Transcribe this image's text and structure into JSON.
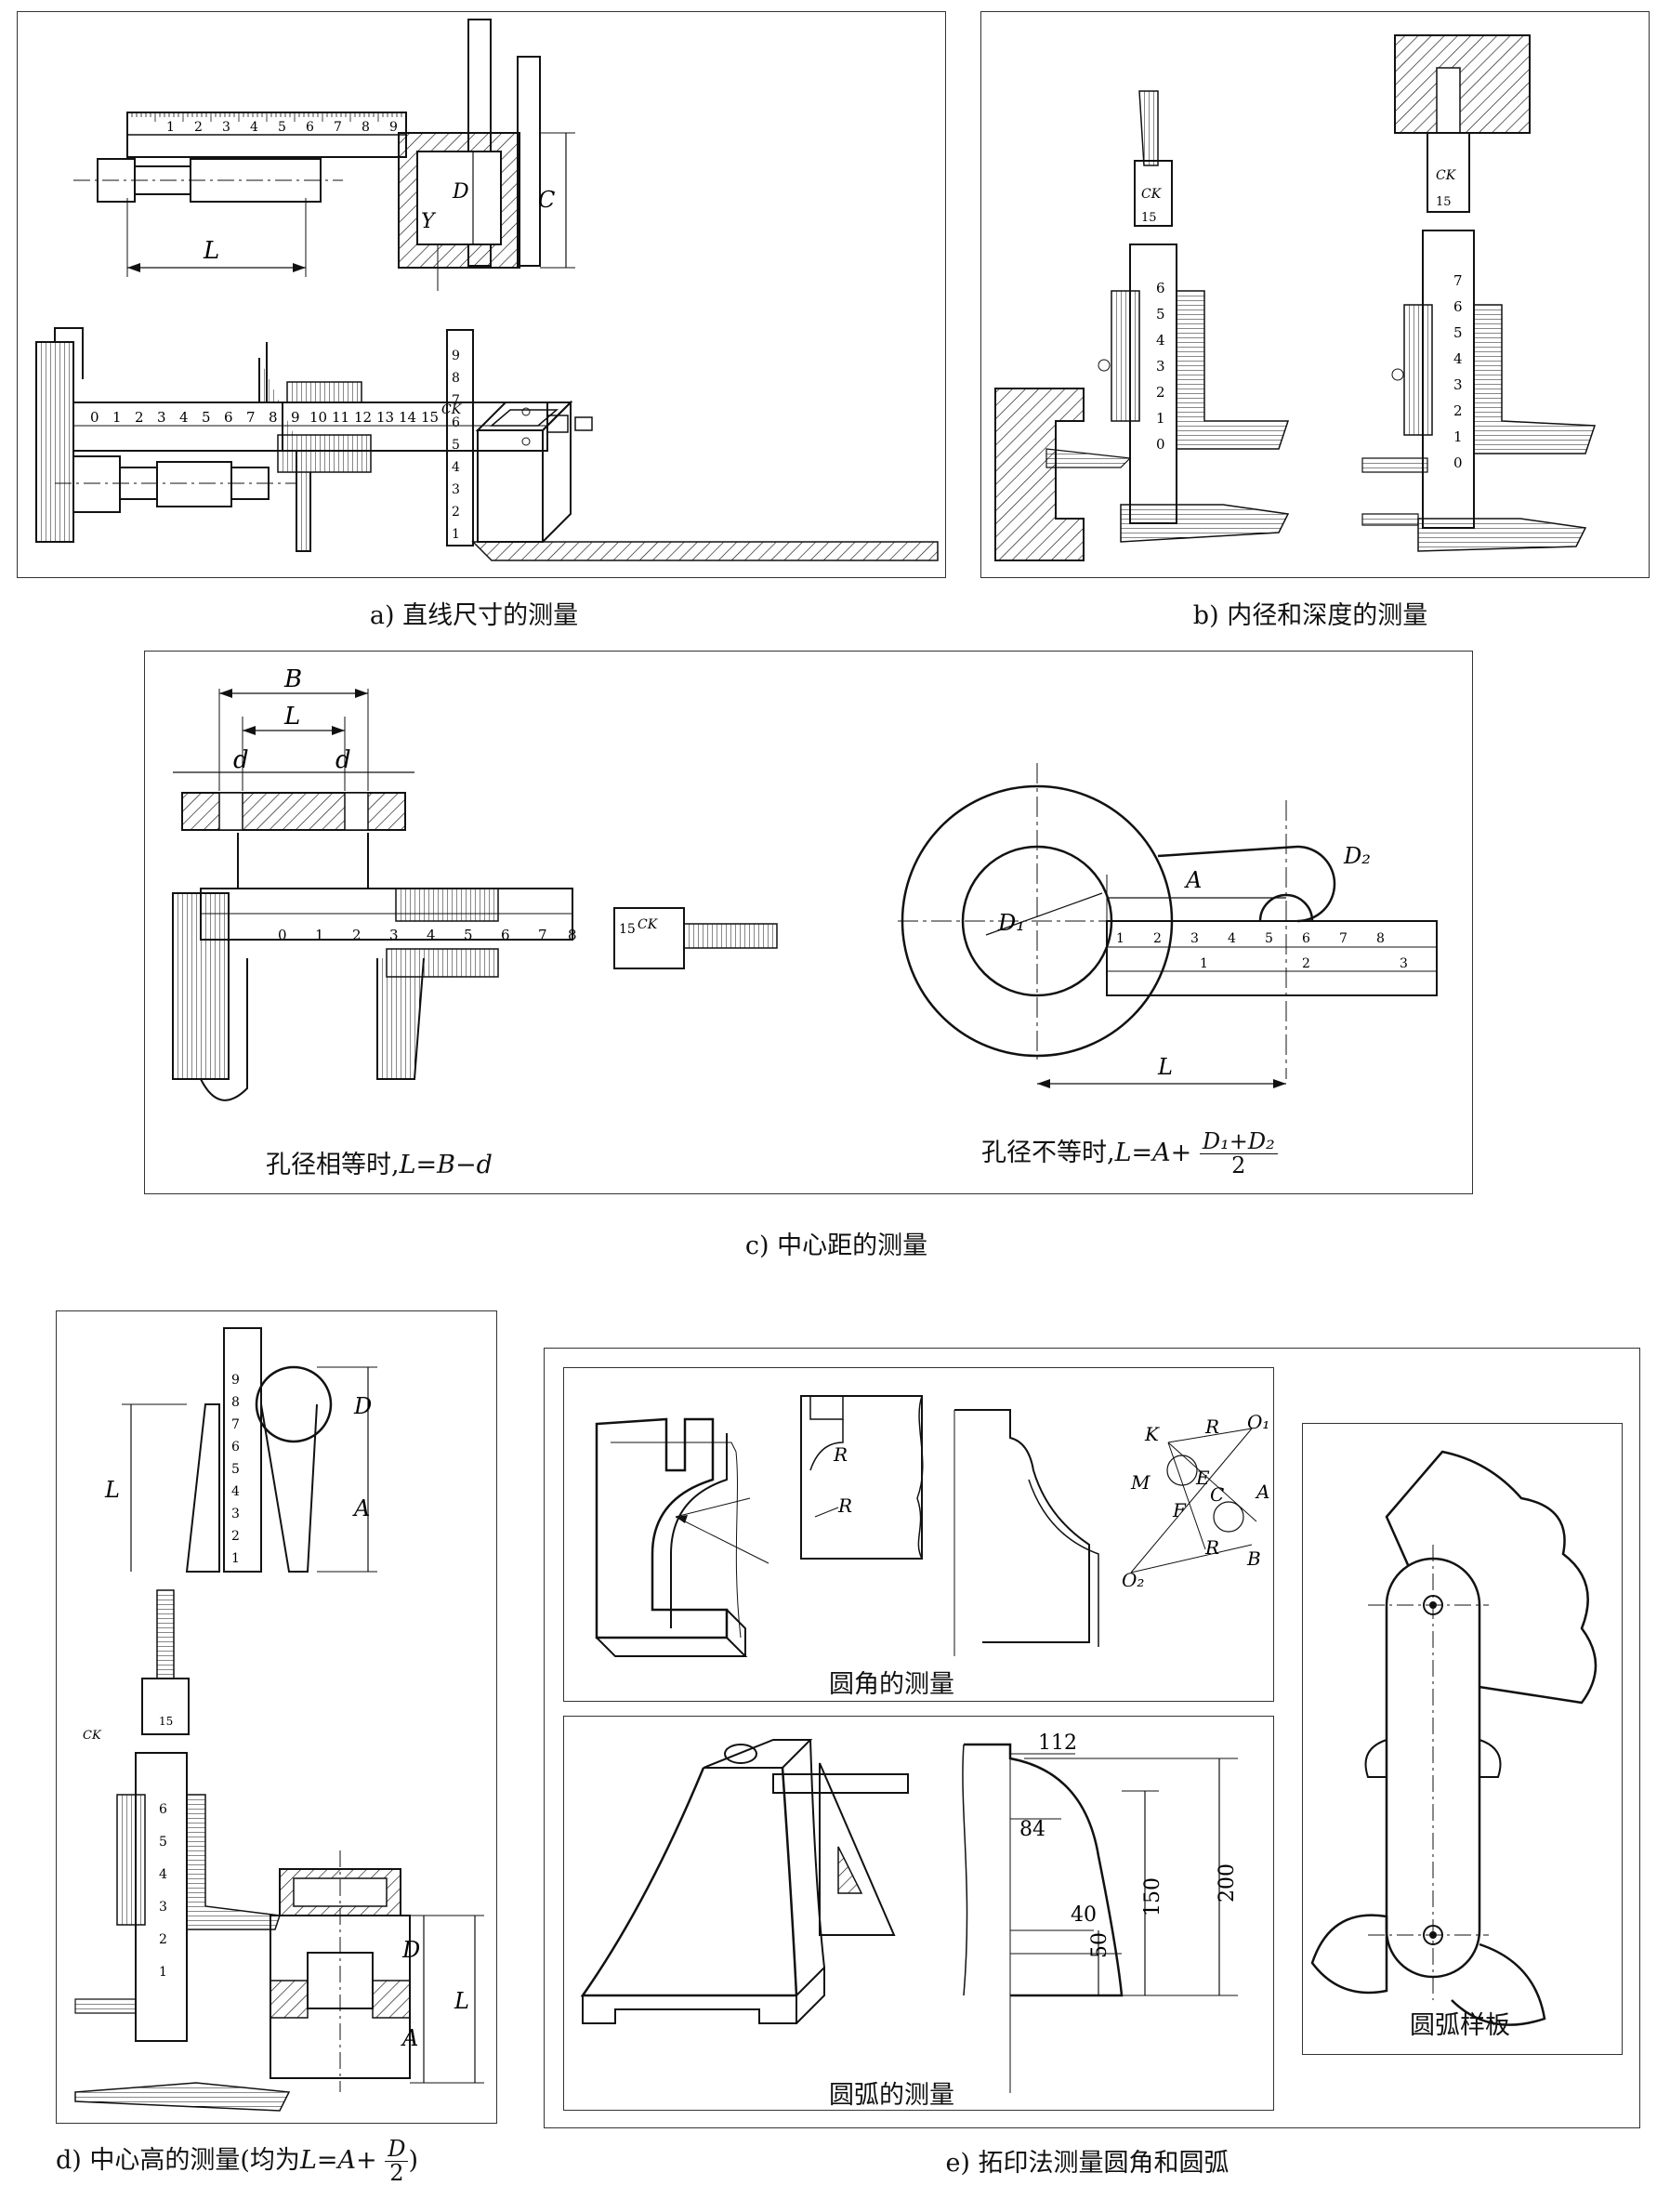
{
  "captions": {
    "a": "a) 直线尺寸的测量",
    "b": "b) 内径和深度的测量",
    "c": "c) 中心距的测量",
    "d_prefix": "d) 中心高的测量(均为",
    "d_formula_lhs": "L=A+",
    "d_formula_num": "D",
    "d_formula_den": "2",
    "d_suffix": ")",
    "e": "e) 拓印法测量圆角和圆弧"
  },
  "panel_c": {
    "left_prefix": "孔径相等时,",
    "left_formula": "L=B−d",
    "right_prefix": "孔径不等时,",
    "right_lhs": "L=A+",
    "right_num": "D₁+D₂",
    "right_den": "2"
  },
  "panel_e": {
    "fillet_caption": "圆角的测量",
    "arc_caption": "圆弧的测量",
    "template_caption": "圆弧样板"
  },
  "labels": {
    "L": "L",
    "D": "D",
    "C": "C",
    "Y": "Y",
    "B": "B",
    "d": "d",
    "A": "A",
    "D1": "D₁",
    "D2": "D₂",
    "CK": "CK",
    "R": "R",
    "K": "K",
    "O1": "O₁",
    "M": "M",
    "E": "E",
    "F": "F",
    "Cpt": "C",
    "Apt": "A",
    "O2": "O₂",
    "Bpt": "B",
    "dim112": "112",
    "dim84": "84",
    "dim40": "40",
    "dim50": "50",
    "dim150": "150",
    "dim200": "200",
    "n15": "15"
  },
  "scales": {
    "caliper_main": [
      "0",
      "1",
      "2",
      "3",
      "4",
      "5",
      "6",
      "7",
      "8",
      "9",
      "10",
      "11",
      "12",
      "13",
      "14",
      "15"
    ],
    "caliper_c": [
      "0",
      "1",
      "2",
      "3",
      "4",
      "5",
      "6",
      "7",
      "8"
    ],
    "ruler_top": [
      "1",
      "2",
      "3",
      "4",
      "5",
      "6",
      "7",
      "8",
      "9"
    ],
    "ruler_vert": [
      "1",
      "2",
      "3",
      "4",
      "5",
      "6",
      "7",
      "8",
      "9"
    ],
    "depth_scale": [
      "0",
      "1",
      "2",
      "3",
      "4",
      "5",
      "6"
    ],
    "depth_scale2": [
      "0",
      "1",
      "2",
      "3",
      "4",
      "5",
      "6",
      "7"
    ],
    "ruler_c_top": [
      "1",
      "2",
      "3",
      "4",
      "5",
      "6",
      "7",
      "8"
    ],
    "ruler_c_bot": [
      "1",
      "2",
      "3"
    ],
    "height_scale": [
      "1",
      "2",
      "3",
      "4",
      "5",
      "6",
      "7",
      "8",
      "9"
    ],
    "ruler_vert_index": [
      "1",
      "2",
      "3",
      "4",
      "5",
      "6"
    ]
  }
}
